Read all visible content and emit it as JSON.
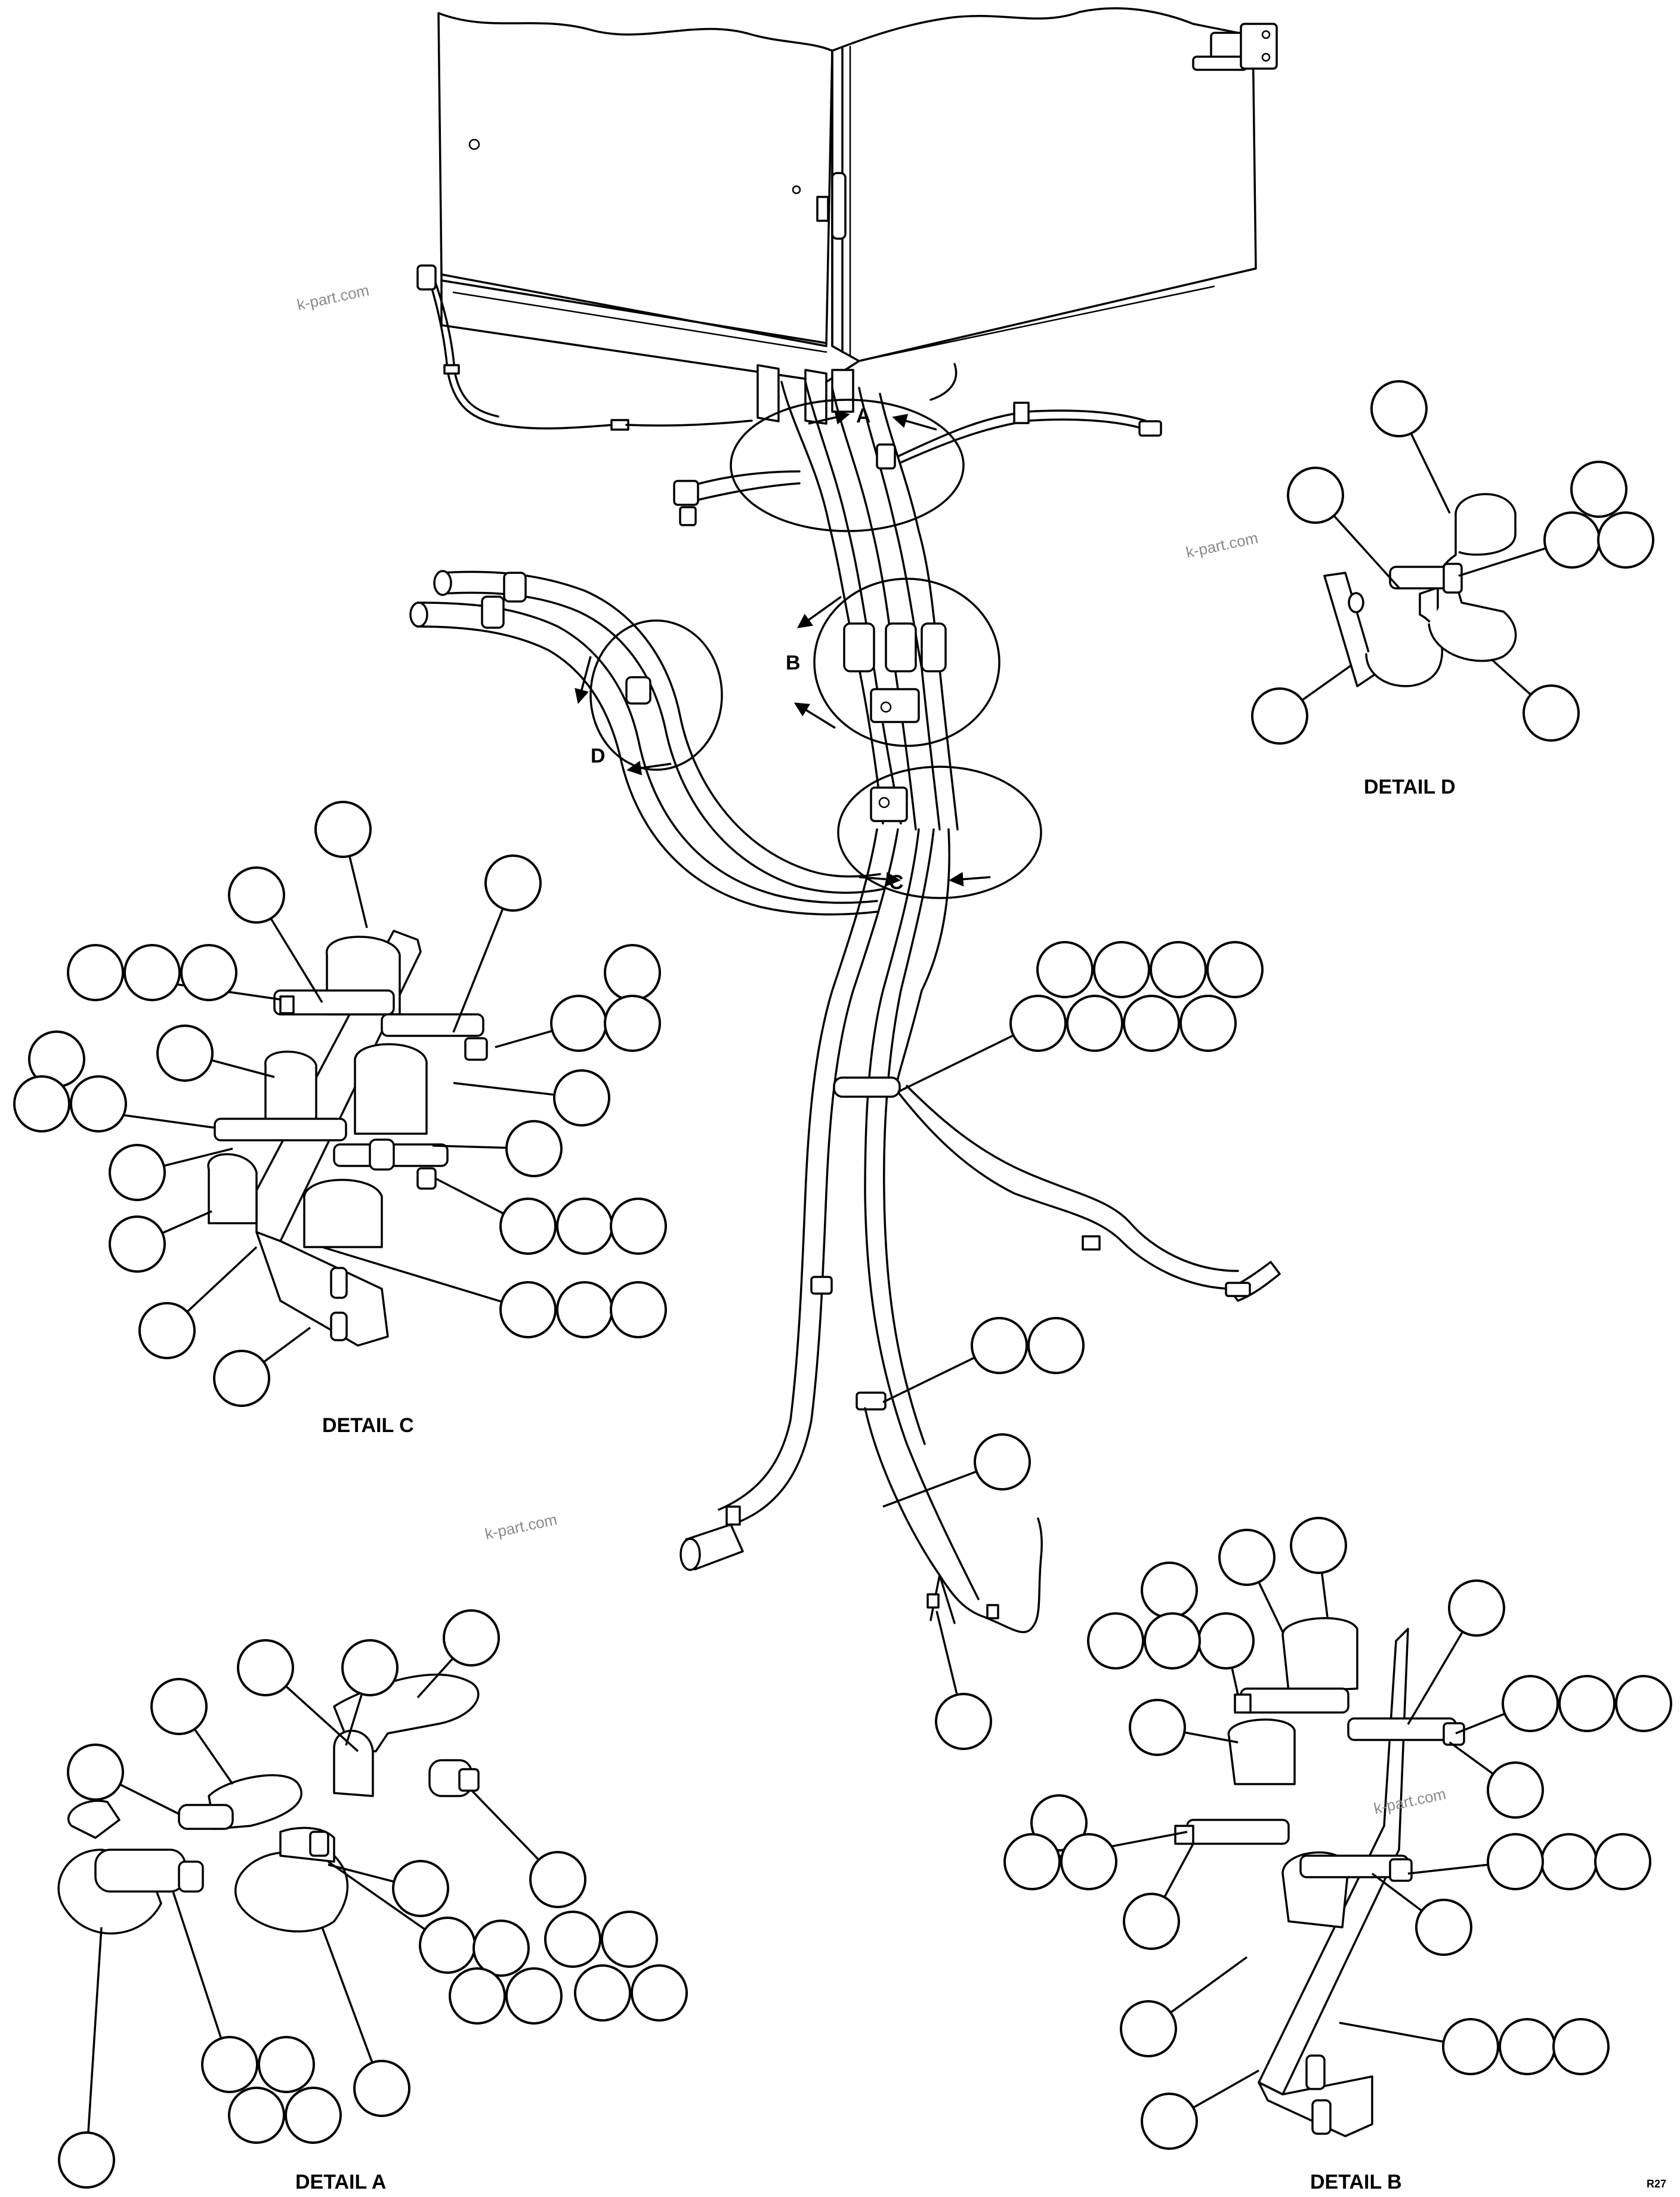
{
  "watermark": "k-part.com",
  "callouts": {
    "a": "A",
    "b": "B",
    "c": "C",
    "d": "D"
  },
  "captions": {
    "detail_a": "DETAIL A",
    "detail_b": "DETAIL B",
    "detail_c": "DETAIL C",
    "detail_d": "DETAIL D"
  },
  "sheet_code": "R27"
}
